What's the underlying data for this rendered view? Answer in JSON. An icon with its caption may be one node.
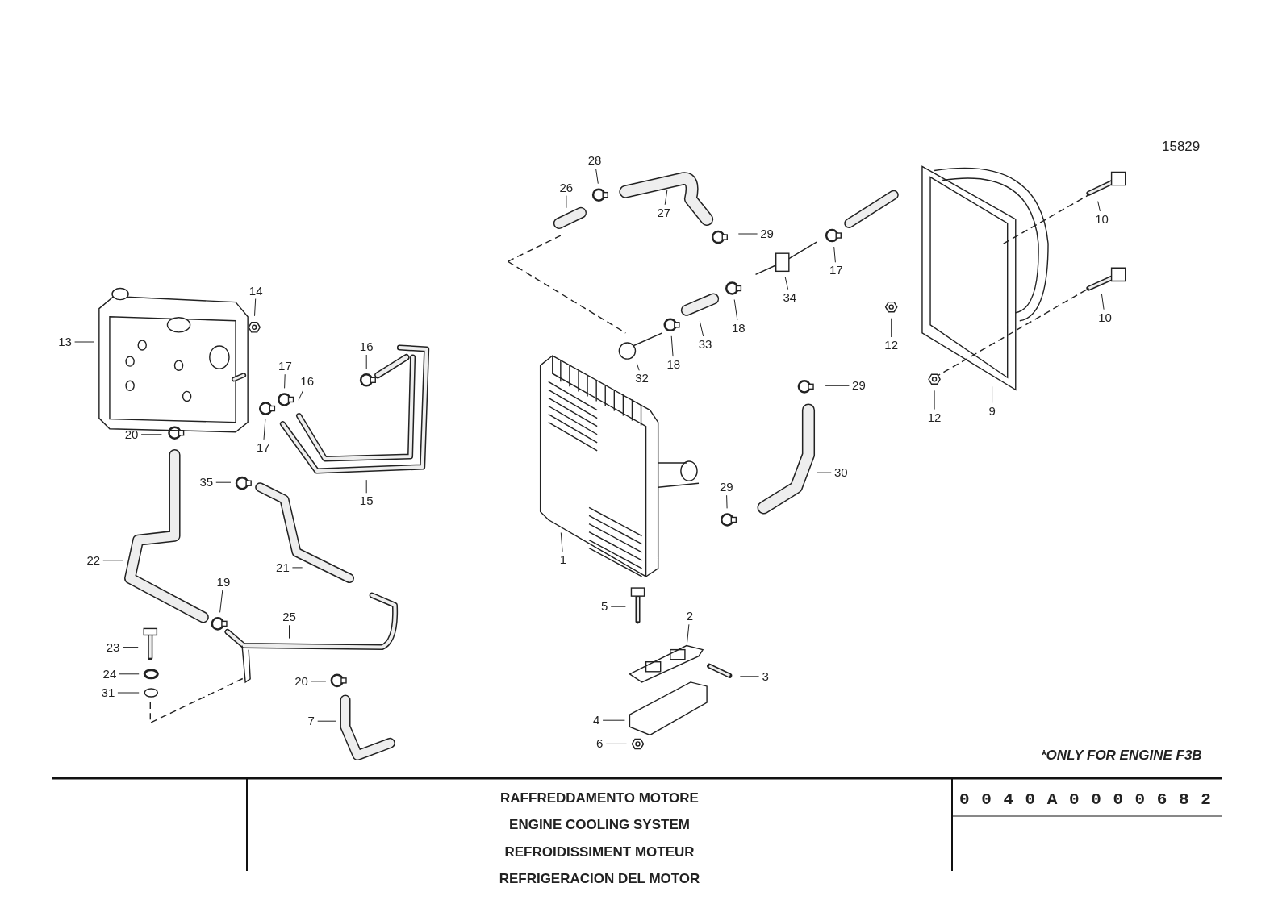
{
  "diagram": {
    "nodes": [
      {
        "text": [
          "13"
        ]
      },
      {
        "text": [
          "14"
        ]
      },
      {
        "text": [
          "20"
        ]
      },
      {
        "text": [
          "17"
        ]
      },
      {
        "text": [
          "16"
        ]
      },
      {
        "text": [
          "17"
        ]
      },
      {
        "text": [
          "16"
        ]
      },
      {
        "text": [
          "35"
        ]
      },
      {
        "text": [
          "15"
        ]
      },
      {
        "text": [
          "22"
        ]
      },
      {
        "text": [
          "21"
        ]
      },
      {
        "text": [
          "19"
        ]
      },
      {
        "text": [
          "25"
        ]
      },
      {
        "text": [
          "23"
        ]
      },
      {
        "text": [
          "24"
        ]
      },
      {
        "text": [
          "31"
        ]
      },
      {
        "text": [
          "20"
        ]
      },
      {
        "text": [
          "7"
        ]
      },
      {
        "text": [
          "28"
        ]
      },
      {
        "text": [
          "26"
        ]
      },
      {
        "text": [
          "27"
        ]
      },
      {
        "text": [
          "29"
        ]
      },
      {
        "text": [
          "17"
        ]
      },
      {
        "text": [
          "34"
        ]
      },
      {
        "text": [
          "18"
        ]
      },
      {
        "text": [
          "33"
        ]
      },
      {
        "text": [
          "18"
        ]
      },
      {
        "text": [
          "32"
        ]
      },
      {
        "text": [
          "12"
        ]
      },
      {
        "text": [
          "12"
        ]
      },
      {
        "text": [
          "9"
        ]
      },
      {
        "text": [
          "10"
        ]
      },
      {
        "text": [
          "10"
        ]
      },
      {
        "text": [
          "29"
        ]
      },
      {
        "text": [
          "30"
        ]
      },
      {
        "text": [
          "29"
        ]
      },
      {
        "text": [
          "1"
        ]
      },
      {
        "text": [
          "5"
        ]
      },
      {
        "text": [
          "2"
        ]
      },
      {
        "text": [
          "3"
        ]
      },
      {
        "text": [
          "4"
        ]
      },
      {
        "text": [
          "6"
        ]
      }
    ],
    "edges": [
      {
        "from": 0,
        "to": null,
        "arrow": "none"
      },
      {
        "from": 1,
        "to": null,
        "arrow": "none"
      },
      {
        "from": 2,
        "to": null,
        "arrow": "none"
      },
      {
        "from": 3,
        "to": null,
        "arrow": "none"
      },
      {
        "from": 4,
        "to": null,
        "arrow": "none"
      },
      {
        "from": 5,
        "to": null,
        "arrow": "none"
      },
      {
        "from": 6,
        "to": null,
        "arrow": "none"
      },
      {
        "from": 7,
        "to": null,
        "arrow": "none"
      },
      {
        "from": 8,
        "to": null,
        "arrow": "none"
      },
      {
        "from": 9,
        "to": null,
        "arrow": "none"
      },
      {
        "from": 10,
        "to": null,
        "arrow": "none"
      },
      {
        "from": 11,
        "to": null,
        "arrow": "none"
      },
      {
        "from": 12,
        "to": null,
        "arrow": "none"
      },
      {
        "from": 13,
        "to": null,
        "arrow": "none"
      },
      {
        "from": 14,
        "to": null,
        "arrow": "none"
      },
      {
        "from": 15,
        "to": null,
        "arrow": "none"
      },
      {
        "from": 16,
        "to": null,
        "arrow": "none"
      },
      {
        "from": 17,
        "to": null,
        "arrow": "none"
      },
      {
        "from": 18,
        "to": null,
        "arrow": "none"
      },
      {
        "from": 19,
        "to": null,
        "arrow": "none"
      },
      {
        "from": 20,
        "to": null,
        "arrow": "none"
      },
      {
        "from": 21,
        "to": null,
        "arrow": "none"
      },
      {
        "from": 22,
        "to": null,
        "arrow": "none"
      },
      {
        "from": 23,
        "to": null,
        "arrow": "none"
      },
      {
        "from": 24,
        "to": null,
        "arrow": "none"
      },
      {
        "from": 25,
        "to": null,
        "arrow": "none"
      },
      {
        "from": 26,
        "to": null,
        "arrow": "none"
      },
      {
        "from": 27,
        "to": null,
        "arrow": "none"
      },
      {
        "from": 28,
        "to": null,
        "arrow": "none"
      },
      {
        "from": 29,
        "to": null,
        "arrow": "none"
      },
      {
        "from": 30,
        "to": null,
        "arrow": "none"
      },
      {
        "from": 31,
        "to": null,
        "arrow": "none"
      },
      {
        "from": 32,
        "to": null,
        "arrow": "none"
      },
      {
        "from": 33,
        "to": null,
        "arrow": "none"
      },
      {
        "from": 34,
        "to": null,
        "arrow": "none"
      },
      {
        "from": 35,
        "to": null,
        "arrow": "none"
      },
      {
        "from": 36,
        "to": null,
        "arrow": "none"
      },
      {
        "from": 37,
        "to": null,
        "arrow": "none"
      },
      {
        "from": 38,
        "to": null,
        "arrow": "none"
      },
      {
        "from": 39,
        "to": null,
        "arrow": "none"
      },
      {
        "from": 40,
        "to": null,
        "arrow": "none"
      },
      {
        "from": 41,
        "to": null,
        "arrow": "none"
      }
    ],
    "labels": [
      "15829",
      "*ONLY FOR ENGINE F3B",
      "RAFFREDDAMENTO MOTORE",
      "ENGINE COOLING SYSTEM",
      "REFROIDISSIMENT MOTEUR",
      "REFRIGERACION DEL MOTOR",
      "0040A0000682"
    ]
  }
}
